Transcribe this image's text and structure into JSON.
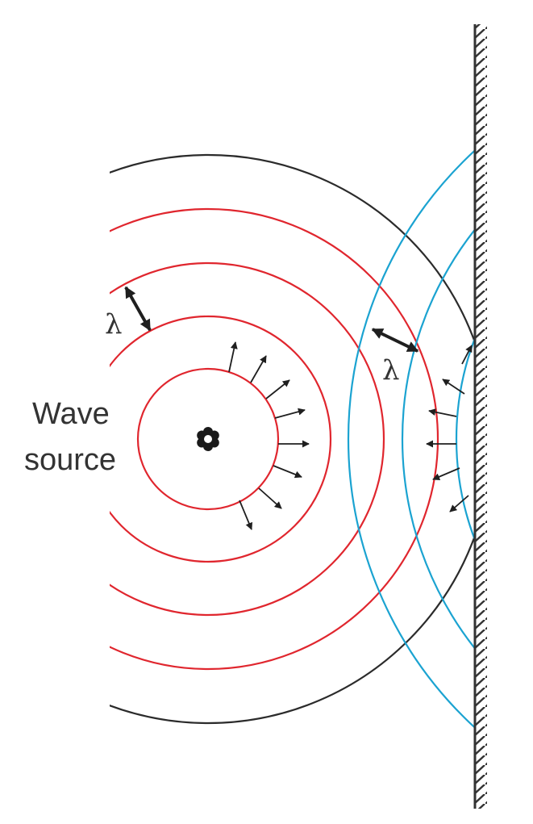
{
  "labels": {
    "wave": "Wave",
    "source": "source",
    "lambda_left": "λ",
    "lambda_right": "λ"
  },
  "colors": {
    "incident_wave": "#e0262e",
    "reflected_wave": "#1ba3d1",
    "outer_wavefront": "#2b2b2b",
    "arrows": "#1f1f1f",
    "wall": "#333333",
    "text": "#333333"
  },
  "icons": {
    "source": "wave-source-icon",
    "wall": "reflecting-wall-icon"
  }
}
